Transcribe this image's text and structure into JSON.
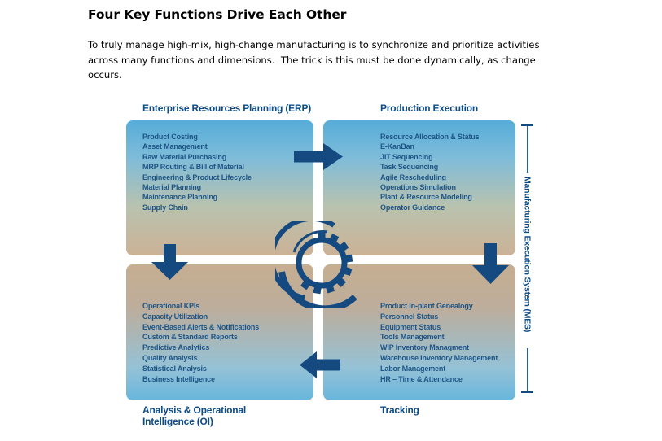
{
  "page": {
    "title": "Four Key Functions Drive Each Other",
    "intro": "To truly manage high-mix, high-change manufacturing is to synchronize and prioritize activities across many functions and dimensions.  The trick is this must be done dynamically, as change occurs."
  },
  "diagram": {
    "quadrants": {
      "erp": {
        "label": "Enterprise Resources Planning (ERP)",
        "items": [
          "Product Costing",
          "Asset Management",
          "Raw Material Purchasing",
          "MRP Routing & Bill of Material",
          "Engineering & Product Lifecycle",
          "Material Planning",
          "Maintenance Planning",
          "Supply Chain"
        ]
      },
      "production_execution": {
        "label": "Production Execution",
        "items": [
          "Resource Allocation & Status",
          "E-KanBan",
          "JIT Sequencing",
          "Task Sequencing",
          "Agile Rescheduling",
          "Operations Simulation",
          "Plant & Resource Modeling",
          "Operator Guidance"
        ]
      },
      "analysis_oi": {
        "label_line1": "Analysis & Operational",
        "label_line2": "Intelligence (OI)",
        "items": [
          "Operational KPIs",
          "Capacity Utilization",
          "Event-Based Alerts & Notifications",
          "Custom & Standard Reports",
          "Predictive Analytics",
          "Quality Analysis",
          "Statistical Analysis",
          "Business Intelligence"
        ]
      },
      "tracking": {
        "label": "Tracking",
        "items": [
          "Product In-plant Genealogy",
          "Personnel Status",
          "Equipment Status",
          "Tools Management",
          "WIP Inventory Managment",
          "Warehouse Inventory Management",
          "Labor Management",
          "HR – Time & Attendance"
        ]
      }
    },
    "mes_bracket": {
      "label": "Manufacturing Execution System (MES)"
    },
    "colors": {
      "navy": "#154a80",
      "header_text": "#0d4c86",
      "item_text": "#1e5586",
      "gradient_blue_top": "#56add9",
      "gradient_tan_middle": "#c9b195",
      "gradient_blue_bottom": "#68b6dd"
    }
  }
}
